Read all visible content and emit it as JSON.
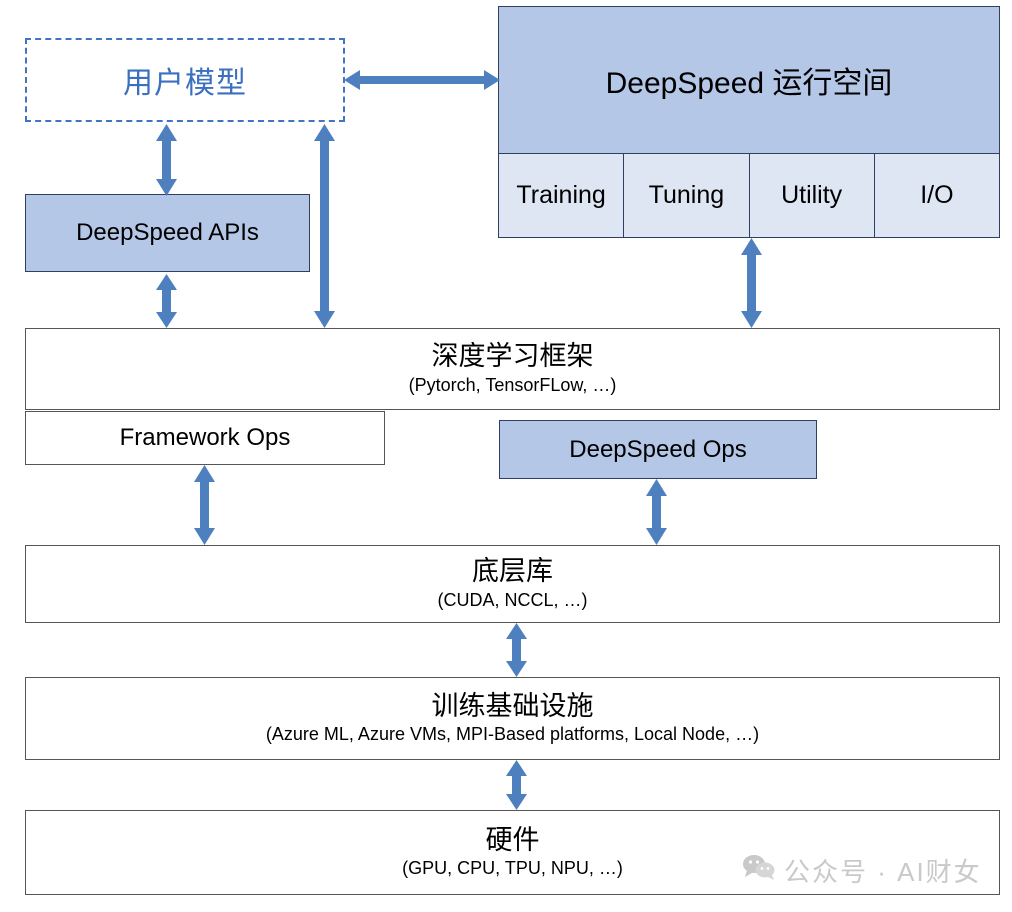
{
  "diagram": {
    "title": "DeepSpeed architecture stack",
    "colors": {
      "accent_blue": "#4472C4",
      "arrow_blue": "#4E80BF",
      "fill_blue": "#B4C7E7",
      "fill_light_blue": "#DEE6F4",
      "border_dark": "#2F3F63",
      "border_gray": "#555555",
      "watermark_gray": "#C9C9C9"
    },
    "user_model": {
      "label": "用户模型",
      "style": "dashed"
    },
    "deepspeed_apis": {
      "label": "DeepSpeed APIs"
    },
    "runtime_space": {
      "label": "DeepSpeed 运行空间",
      "cells": [
        {
          "label": "Training"
        },
        {
          "label": "Tuning"
        },
        {
          "label": "Utility"
        },
        {
          "label": "I/O"
        }
      ]
    },
    "dl_framework": {
      "title": "深度学习框架",
      "subtitle": "(Pytorch, TensorFLow, …)"
    },
    "framework_ops": {
      "label": "Framework Ops"
    },
    "deepspeed_ops": {
      "label": "DeepSpeed Ops"
    },
    "low_level_lib": {
      "title": "底层库",
      "subtitle": "(CUDA, NCCL, …)"
    },
    "training_infra": {
      "title": "训练基础设施",
      "subtitle": "(Azure ML, Azure VMs, MPI-Based platforms, Local Node, …)"
    },
    "hardware": {
      "title": "硬件",
      "subtitle": "(GPU, CPU, TPU, NPU, …)"
    },
    "watermark": {
      "icon": "wechat-icon",
      "text": "公众号 · AI财女"
    },
    "arrows": [
      {
        "name": "user-model-to-runtime",
        "direction": "both",
        "orientation": "horizontal"
      },
      {
        "name": "user-model-to-apis",
        "direction": "both",
        "orientation": "vertical"
      },
      {
        "name": "user-model-to-framework",
        "direction": "both",
        "orientation": "vertical"
      },
      {
        "name": "apis-to-framework",
        "direction": "both",
        "orientation": "vertical"
      },
      {
        "name": "runtime-to-framework",
        "direction": "both",
        "orientation": "vertical"
      },
      {
        "name": "framework-ops-to-lib",
        "direction": "both",
        "orientation": "vertical"
      },
      {
        "name": "deepspeed-ops-to-lib",
        "direction": "both",
        "orientation": "vertical"
      },
      {
        "name": "lib-to-infra",
        "direction": "both",
        "orientation": "vertical"
      },
      {
        "name": "infra-to-hardware",
        "direction": "both",
        "orientation": "vertical"
      }
    ]
  }
}
